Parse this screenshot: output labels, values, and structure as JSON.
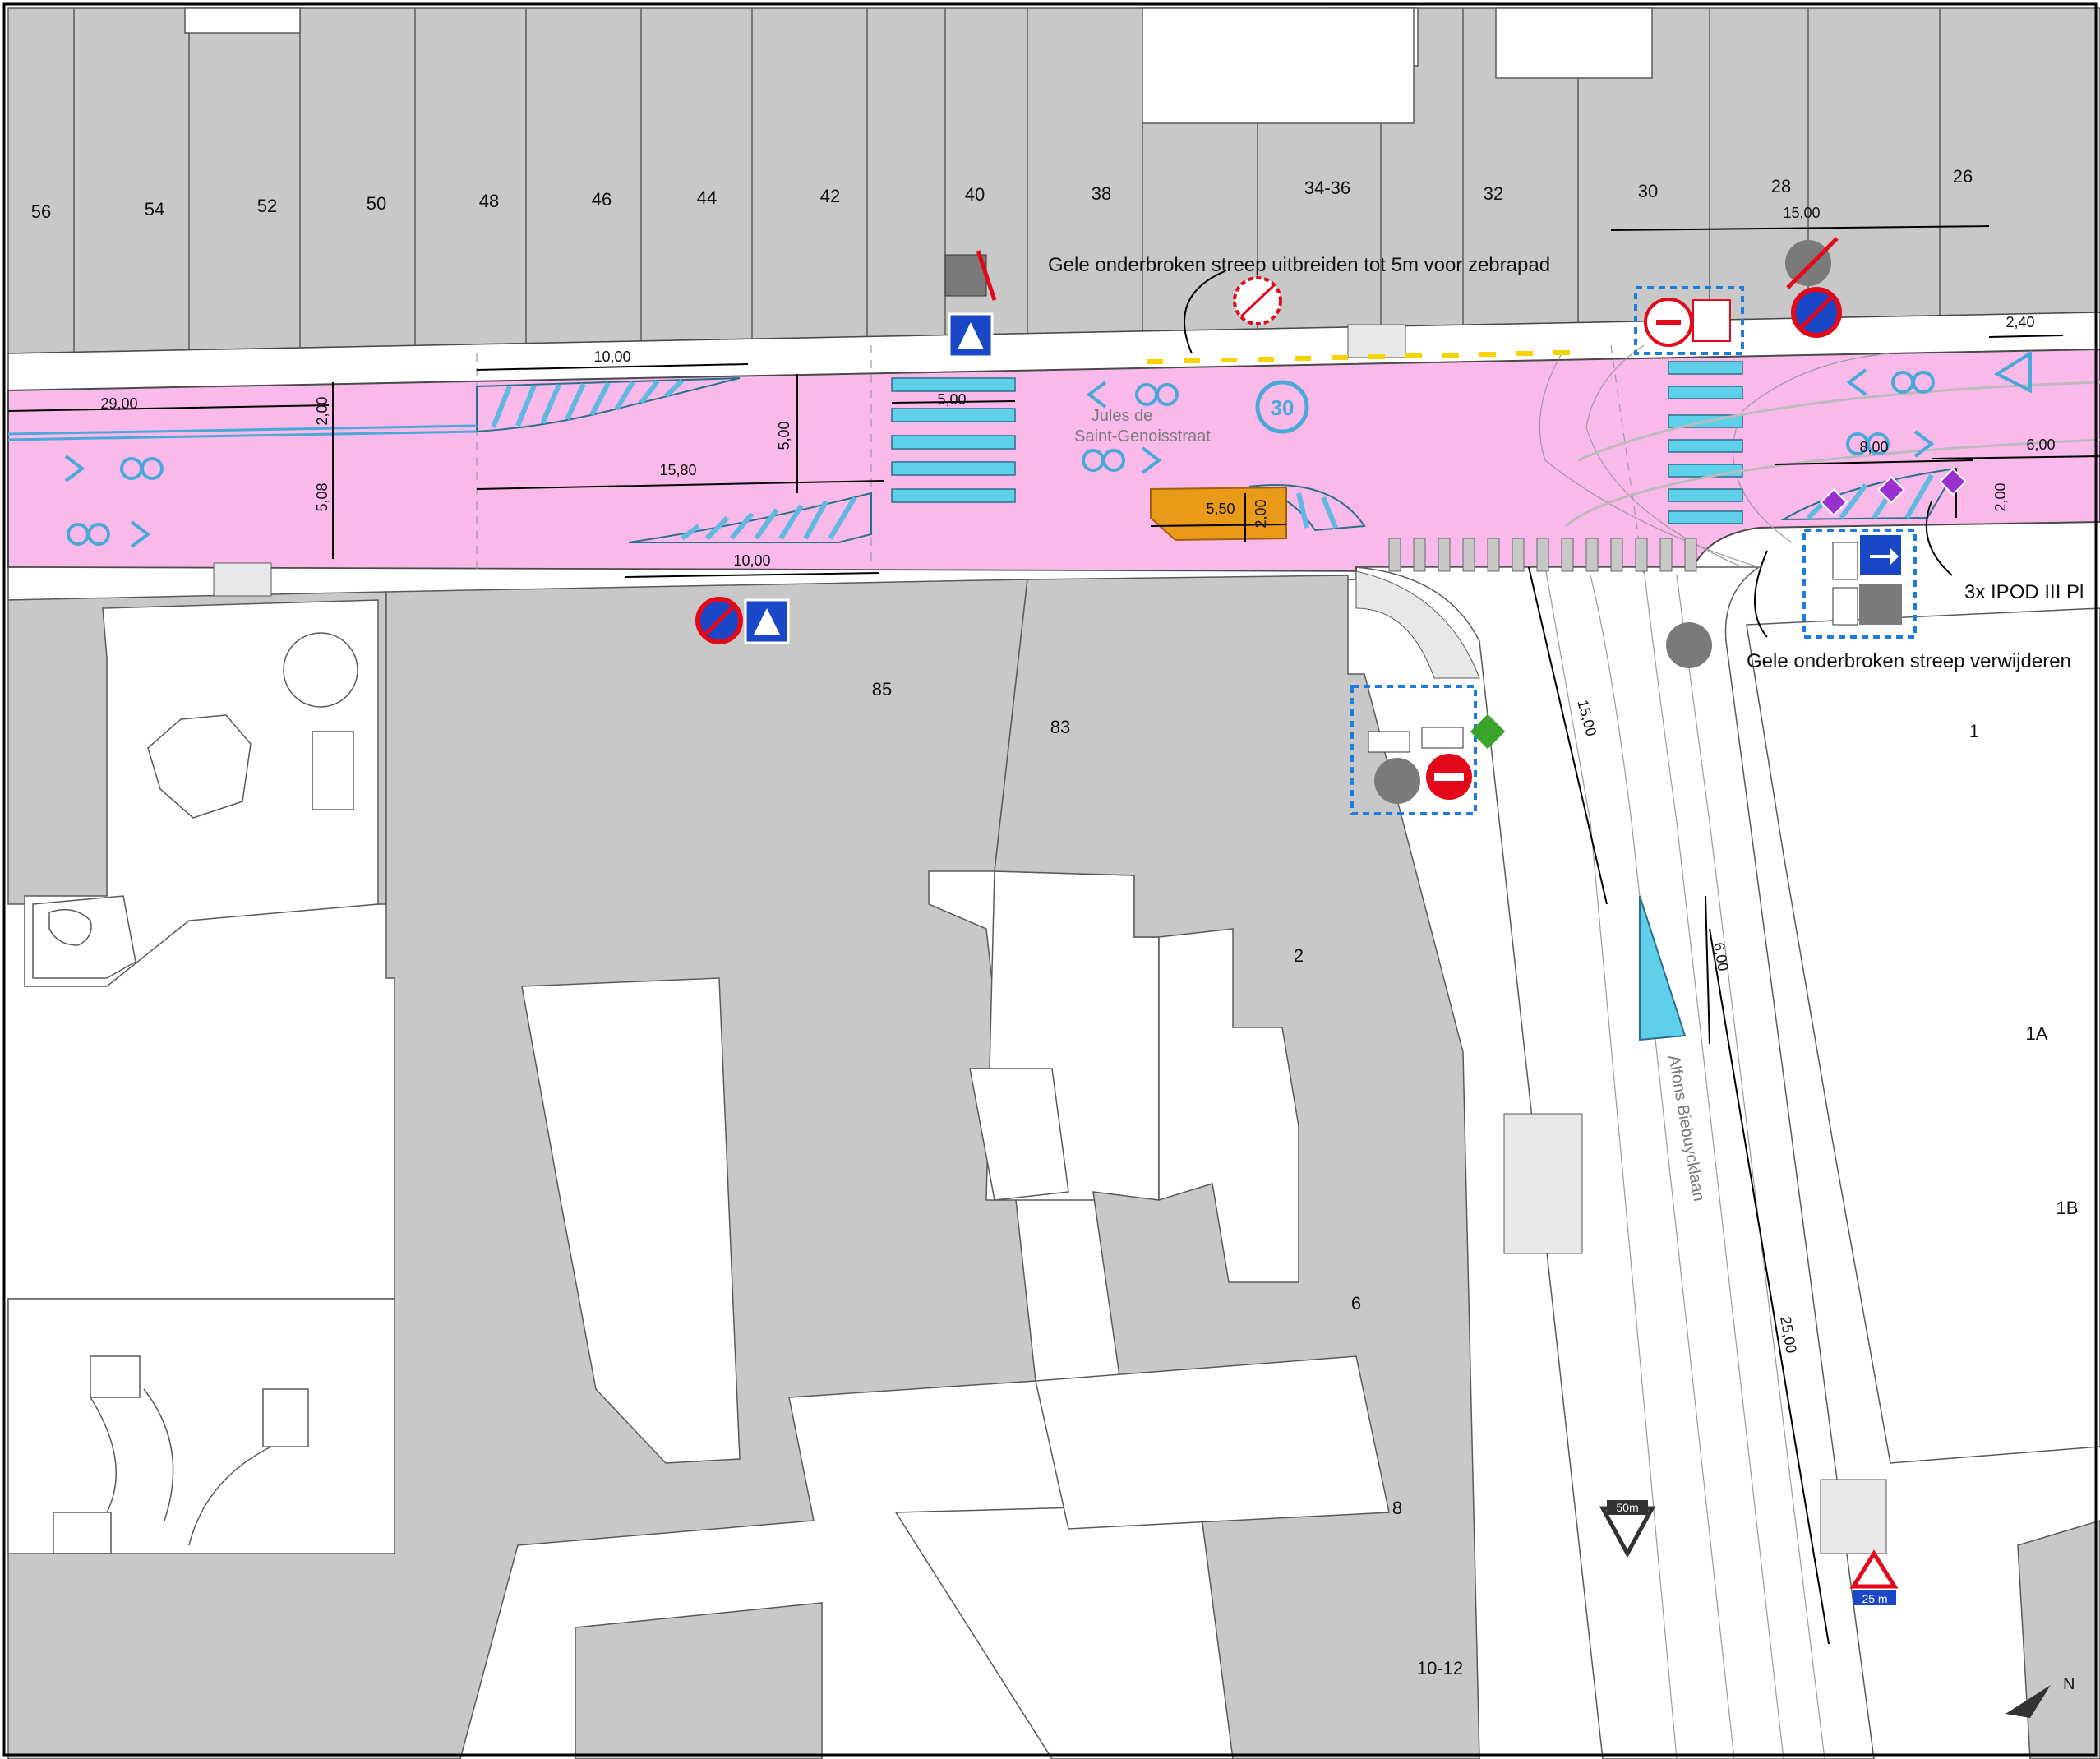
{
  "house_numbers": [
    {
      "id": "56",
      "text": "56"
    },
    {
      "id": "54",
      "text": "54"
    },
    {
      "id": "52",
      "text": "52"
    },
    {
      "id": "50",
      "text": "50"
    },
    {
      "id": "48",
      "text": "48"
    },
    {
      "id": "46",
      "text": "46"
    },
    {
      "id": "44",
      "text": "44"
    },
    {
      "id": "42",
      "text": "42"
    },
    {
      "id": "40",
      "text": "40"
    },
    {
      "id": "38",
      "text": "38"
    },
    {
      "id": "34-36",
      "text": "34-36"
    },
    {
      "id": "32",
      "text": "32"
    },
    {
      "id": "30",
      "text": "30"
    },
    {
      "id": "28",
      "text": "28"
    },
    {
      "id": "26",
      "text": "26"
    },
    {
      "id": "85",
      "text": "85"
    },
    {
      "id": "83",
      "text": "83"
    },
    {
      "id": "1",
      "text": "1"
    },
    {
      "id": "1A",
      "text": "1A"
    },
    {
      "id": "1B",
      "text": "1B"
    },
    {
      "id": "2",
      "text": "2"
    },
    {
      "id": "6",
      "text": "6"
    },
    {
      "id": "8",
      "text": "8"
    },
    {
      "id": "10-12",
      "text": "10-12"
    }
  ],
  "dimensions": {
    "d_29_00": "29,00",
    "d_2_00_left": "2,00",
    "d_5_08": "5,08",
    "d_10_00_top": "10,00",
    "d_15_80": "15,80",
    "d_5_00_v": "5,00",
    "d_5_00_h": "5,00",
    "d_10_00_bottom": "10,00",
    "d_5_50": "5,50",
    "d_2_00_mid": "2,00",
    "d_15_00_top": "15,00",
    "d_2_40": "2,40",
    "d_8_00": "8,00",
    "d_6_00_right": "6,00",
    "d_2_00_right": "2,00",
    "d_15_00_side": "15,00",
    "d_6_00_side": "6,00",
    "d_25_00": "25,00"
  },
  "annotations": {
    "yellow_line_extend": "Gele onderbroken streep uitbreiden tot 5m voor zebrapad",
    "ipod": "3x IPOD III Pl",
    "yellow_line_remove": "Gele onderbroken streep verwijderen"
  },
  "streets": {
    "main_line1": "Jules de",
    "main_line2": "Saint-Genoisstraat",
    "side": "Alfons Biebuycklaan"
  },
  "road_markings": {
    "speed_limit": "30",
    "distance_50m": "50m",
    "distance_25m": "25 m"
  },
  "colors": {
    "road": "#f9b9e9",
    "marking": "#5fd0ea",
    "building": "#c8c8c8",
    "bike_box": "#e89a18",
    "sign_blue": "#1a47c8",
    "sign_red": "#e4081b"
  }
}
